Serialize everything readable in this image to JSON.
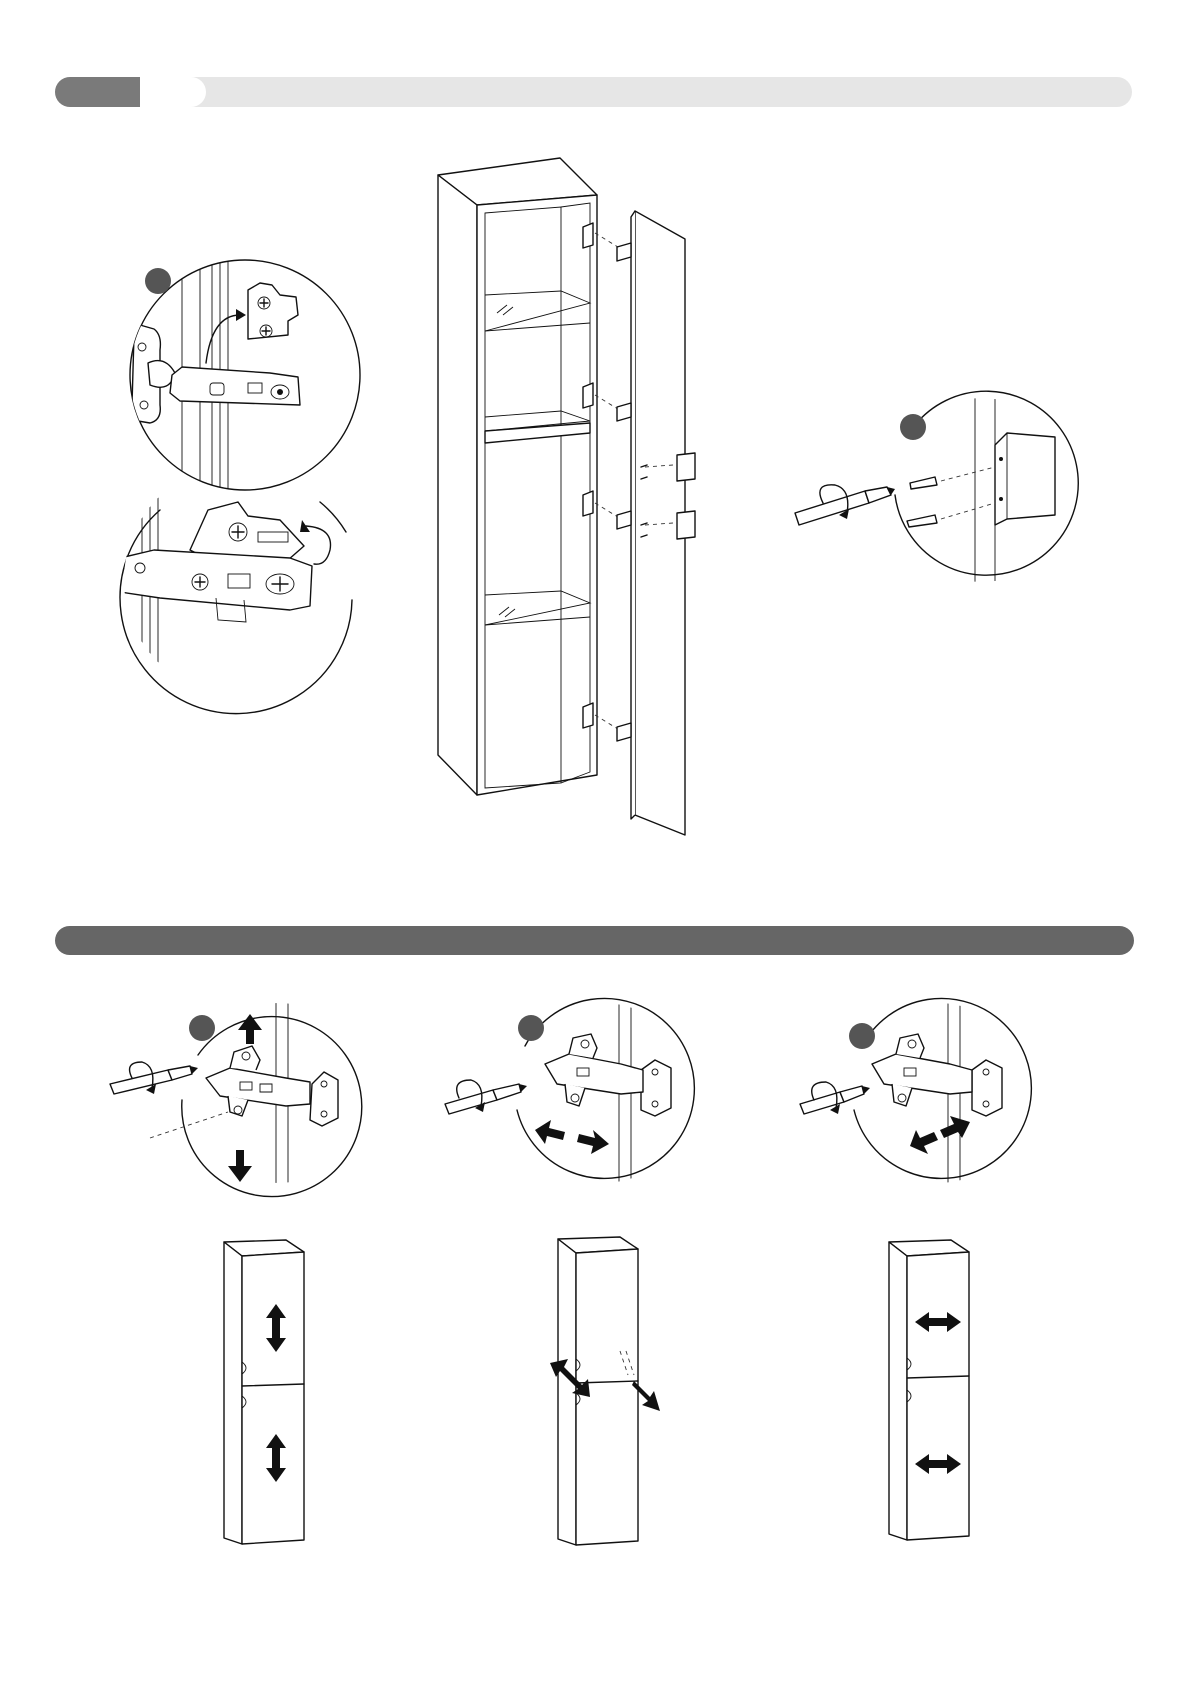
{
  "document": {
    "type": "furniture-assembly-instructions",
    "sections": [
      {
        "id": "door-installation",
        "step_badges": [
          "",
          "",
          ""
        ]
      },
      {
        "id": "hinge-adjustment",
        "step_badges": [
          "",
          "",
          ""
        ]
      }
    ],
    "icons": [
      "hinge-clip-on-icon",
      "hinge-clip-lock-icon",
      "tall-cabinet-exploded-icon",
      "screwdriver-handle-icon",
      "hinge-height-adjust-icon",
      "hinge-depth-adjust-icon",
      "hinge-side-adjust-icon",
      "cabinet-vertical-adjust-icon",
      "cabinet-depth-adjust-icon",
      "cabinet-side-adjust-icon"
    ],
    "colors": {
      "header_dark": "#666666",
      "header_light": "#e6e6e6",
      "badge": "#555555",
      "line": "#111111"
    }
  }
}
